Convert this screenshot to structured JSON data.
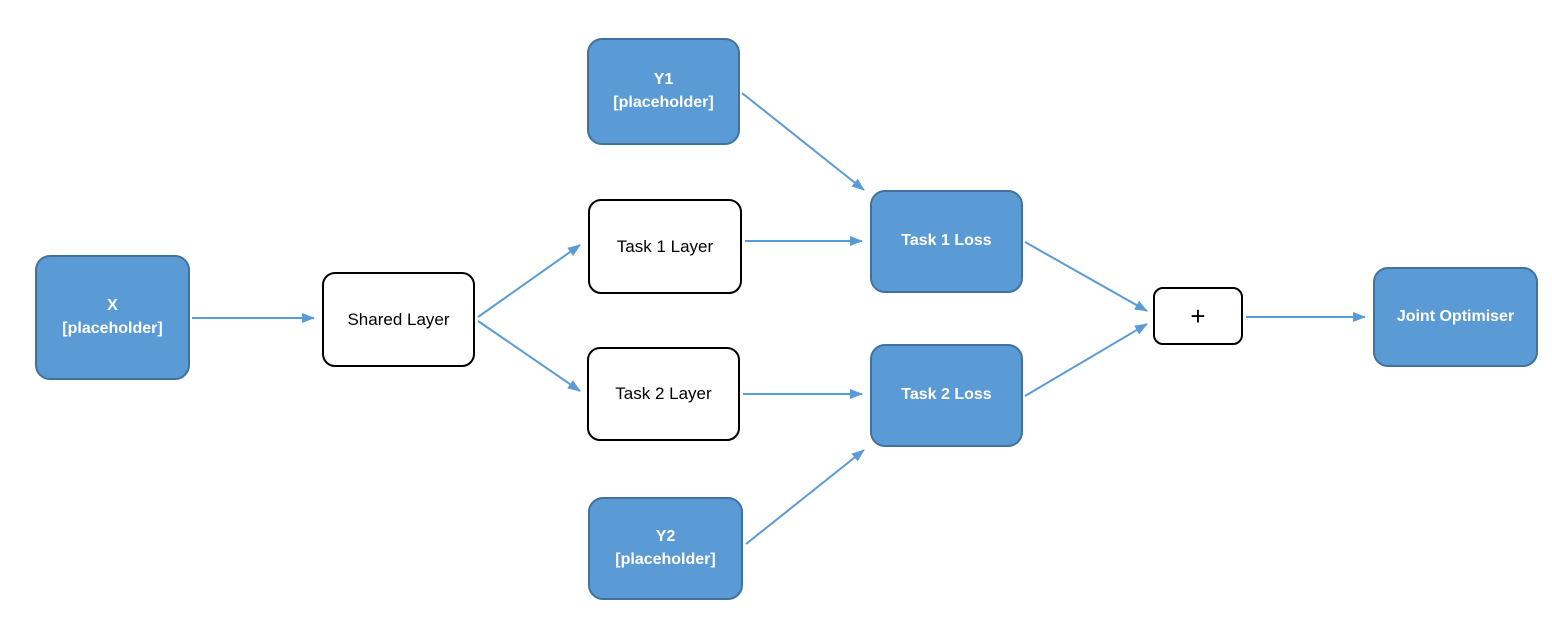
{
  "diagram": {
    "type": "flowchart",
    "description": "Multi-task learning computation graph",
    "colors": {
      "node_fill_blue": "#5B9BD5",
      "node_border_blue": "#41719C",
      "node_fill_white": "#FFFFFF",
      "node_border_black": "#000000",
      "arrow": "#5B9BD5",
      "text_on_blue": "#FFFFFF",
      "text_on_white": "#000000",
      "background": "#FFFFFF"
    },
    "nodes": {
      "x_input": {
        "line1": "X",
        "line2": "[placeholder]"
      },
      "shared_layer": {
        "label": "Shared Layer"
      },
      "y1_input": {
        "line1": "Y1",
        "line2": "[placeholder]"
      },
      "task1_layer": {
        "label": "Task 1 Layer"
      },
      "task2_layer": {
        "label": "Task 2 Layer"
      },
      "y2_input": {
        "line1": "Y2",
        "line2": "[placeholder]"
      },
      "task1_loss": {
        "label": "Task 1 Loss"
      },
      "task2_loss": {
        "label": "Task 2 Loss"
      },
      "sum": {
        "label": "+"
      },
      "joint_optimiser": {
        "label": "Joint Optimiser"
      }
    },
    "edges": [
      {
        "from": "x_input",
        "to": "shared_layer"
      },
      {
        "from": "shared_layer",
        "to": "task1_layer"
      },
      {
        "from": "shared_layer",
        "to": "task2_layer"
      },
      {
        "from": "task1_layer",
        "to": "task1_loss"
      },
      {
        "from": "task2_layer",
        "to": "task2_loss"
      },
      {
        "from": "y1_input",
        "to": "task1_loss"
      },
      {
        "from": "y2_input",
        "to": "task2_loss"
      },
      {
        "from": "task1_loss",
        "to": "sum"
      },
      {
        "from": "task2_loss",
        "to": "sum"
      },
      {
        "from": "sum",
        "to": "joint_optimiser"
      }
    ]
  }
}
